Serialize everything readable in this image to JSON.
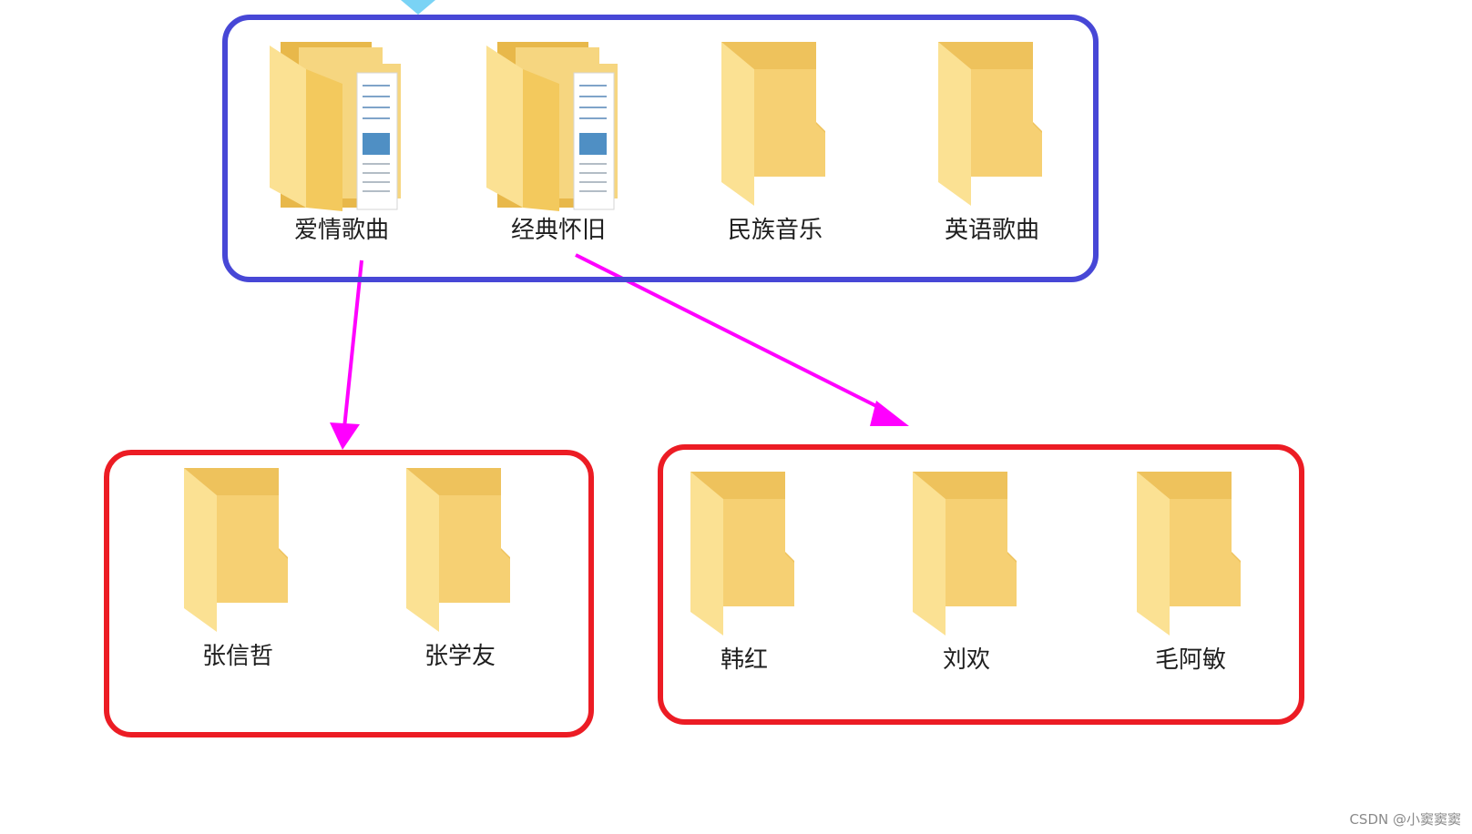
{
  "colors": {
    "top_group_border": "#4747d6",
    "sub_group_border": "#ec1c24",
    "arrow": "#ff00ff",
    "cut_arrow": "#7ad3f5",
    "folder_front": "#f8d775",
    "folder_back": "#e8b84a",
    "folder_tab": "#f3c95d"
  },
  "groups": {
    "top": {
      "folders": [
        {
          "label": "爱情歌曲",
          "icon": "folder-with-documents-icon"
        },
        {
          "label": "经典怀旧",
          "icon": "folder-with-documents-icon"
        },
        {
          "label": "民族音乐",
          "icon": "folder-icon"
        },
        {
          "label": "英语歌曲",
          "icon": "folder-icon"
        }
      ]
    },
    "left": {
      "folders": [
        {
          "label": "张信哲",
          "icon": "folder-icon"
        },
        {
          "label": "张学友",
          "icon": "folder-icon"
        }
      ]
    },
    "right": {
      "folders": [
        {
          "label": "韩红",
          "icon": "folder-icon"
        },
        {
          "label": "刘欢",
          "icon": "folder-icon"
        },
        {
          "label": "毛阿敏",
          "icon": "folder-icon"
        }
      ]
    }
  },
  "arrows": [
    {
      "from": "爱情歌曲",
      "to": "left-group"
    },
    {
      "from": "经典怀旧",
      "to": "right-group"
    }
  ],
  "watermark": "CSDN @小窦窦窦"
}
